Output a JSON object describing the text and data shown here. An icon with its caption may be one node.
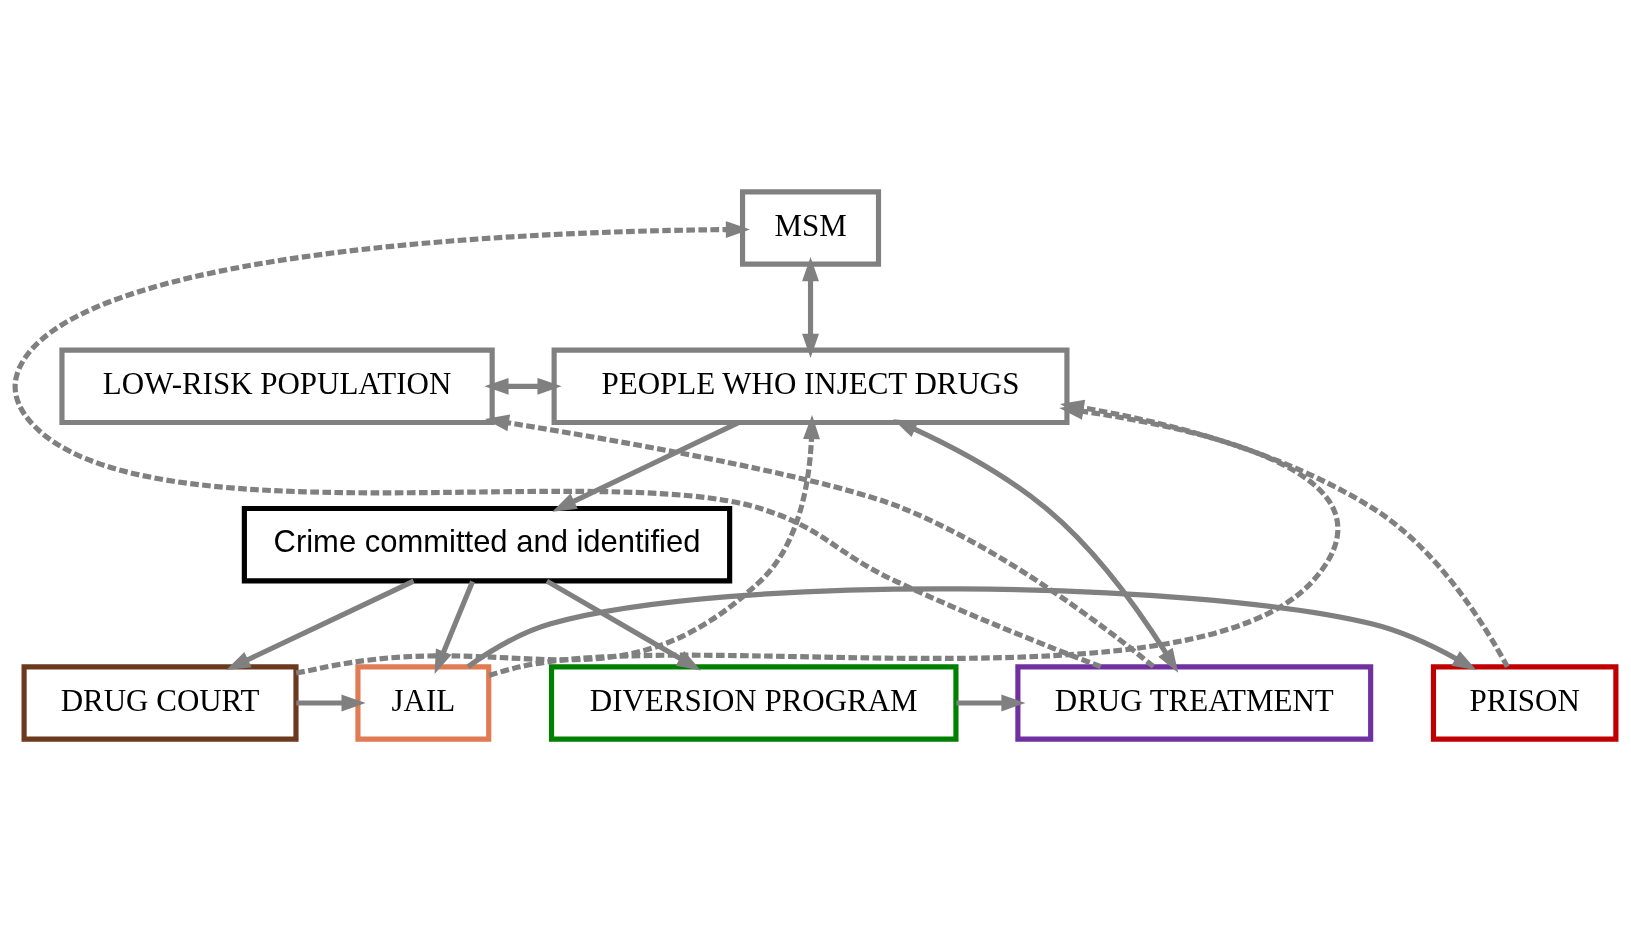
{
  "diagram": {
    "nodes": [
      {
        "text": [
          "MSM"
        ]
      },
      {
        "text": [
          "LOW-RISK POPULATION"
        ]
      },
      {
        "text": [
          "PEOPLE WHO INJECT DRUGS"
        ]
      },
      {
        "text": [
          "Crime committed and identified"
        ]
      },
      {
        "text": [
          "DRUG TREATMENT"
        ]
      },
      {
        "text": [
          "DIVERSION PROGRAM"
        ]
      },
      {
        "text": [
          "DRUG COURT"
        ]
      },
      {
        "text": [
          "JAIL"
        ]
      },
      {
        "text": [
          "PRISON"
        ]
      }
    ],
    "edges": [
      {
        "from": 0,
        "to": 2,
        "arrow": "both"
      },
      {
        "from": 1,
        "to": 2,
        "arrow": "both"
      },
      {
        "from": 2,
        "to": 3,
        "arrow": "to"
      },
      {
        "from": 4,
        "to": 2,
        "arrow": "both"
      },
      {
        "from": 3,
        "to": 5,
        "arrow": "to"
      },
      {
        "from": 3,
        "to": 6,
        "arrow": "to"
      },
      {
        "from": 3,
        "to": 7,
        "arrow": "to"
      },
      {
        "from": 5,
        "to": 4,
        "arrow": "to"
      },
      {
        "from": 6,
        "to": 7,
        "arrow": "to"
      },
      {
        "from": 7,
        "to": 8,
        "arrow": "to"
      },
      {
        "from": 4,
        "to": 1,
        "arrow": "to",
        "style": "dashed"
      },
      {
        "from": 4,
        "to": 0,
        "arrow": "to",
        "style": "dashed"
      },
      {
        "from": 6,
        "to": 2,
        "arrow": "to",
        "style": "dashed"
      },
      {
        "from": 7,
        "to": 2,
        "arrow": "to",
        "style": "dashed"
      },
      {
        "from": 8,
        "to": 2,
        "arrow": "to",
        "style": "dashed"
      }
    ]
  }
}
